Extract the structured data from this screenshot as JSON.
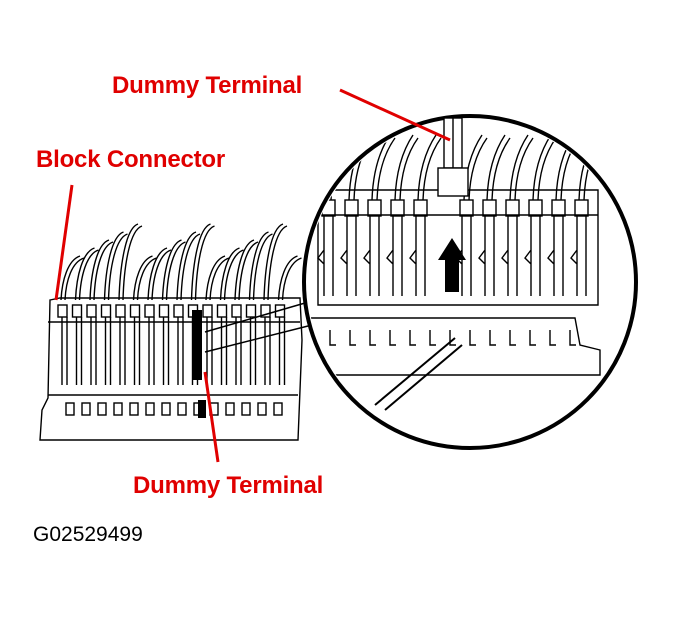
{
  "labels": {
    "dummy_terminal_top": "Dummy Terminal",
    "block_connector": "Block Connector",
    "dummy_terminal_bottom": "Dummy Terminal"
  },
  "figure_id": "G02529499",
  "colors": {
    "callout": "#e00000",
    "line": "#000000",
    "background": "#ffffff"
  },
  "icons": {
    "insert_direction": "up-arrow-icon"
  }
}
